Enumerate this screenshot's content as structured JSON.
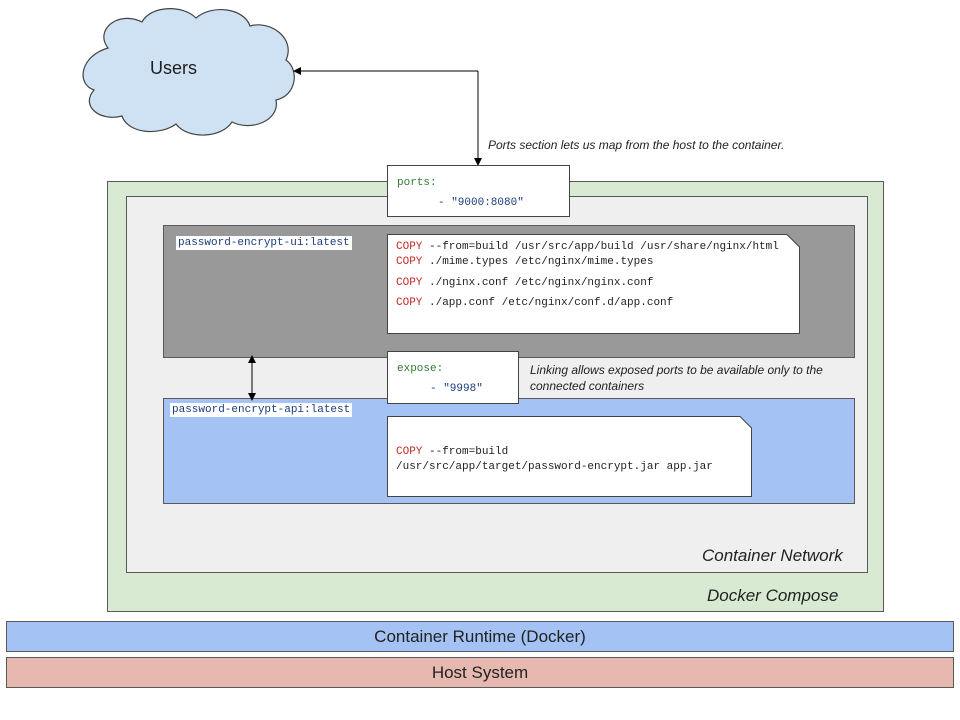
{
  "users": {
    "label": "Users"
  },
  "ports_caption": "Ports section lets us map from the host to the container.",
  "ports_note": {
    "key": "ports:",
    "value": "- \"9000:8080\""
  },
  "ui_image": {
    "name": "password-encrypt-ui:latest",
    "lines": [
      {
        "kw": "COPY",
        "rest": " --from=build /usr/src/app/build /usr/share/nginx/html"
      },
      {
        "kw": "COPY",
        "rest": " ./mime.types /etc/nginx/mime.types"
      },
      {
        "kw": "COPY",
        "rest": " ./nginx.conf /etc/nginx/nginx.conf"
      },
      {
        "kw": "COPY",
        "rest": " ./app.conf /etc/nginx/conf.d/app.conf"
      }
    ]
  },
  "expose_note": {
    "key": "expose:",
    "value": "- \"9998\""
  },
  "linking_caption": {
    "line1": "Linking allows exposed ports to be available only to the",
    "line2": "connected containers"
  },
  "api_image": {
    "name": "password-encrypt-api:latest",
    "lines": [
      {
        "kw": "COPY",
        "rest": " --from=build"
      },
      {
        "kw": "",
        "rest": "/usr/src/app/target/password-encrypt.jar app.jar"
      }
    ]
  },
  "network_label": "Container Network",
  "compose_label": "Docker Compose",
  "runtime_label": "Container Runtime (Docker)",
  "host_label": "Host System",
  "colors": {
    "compose_bg": "#d9ead3",
    "network_bg": "#efefef",
    "ui_bg": "#999999",
    "api_bg": "#a4c2f4",
    "runtime_bg": "#a4c2f4",
    "host_bg": "#e6b8af",
    "cloud_fill": "#cfe2f3",
    "keyword_red": "#c62828",
    "key_green": "#2e7d32"
  }
}
